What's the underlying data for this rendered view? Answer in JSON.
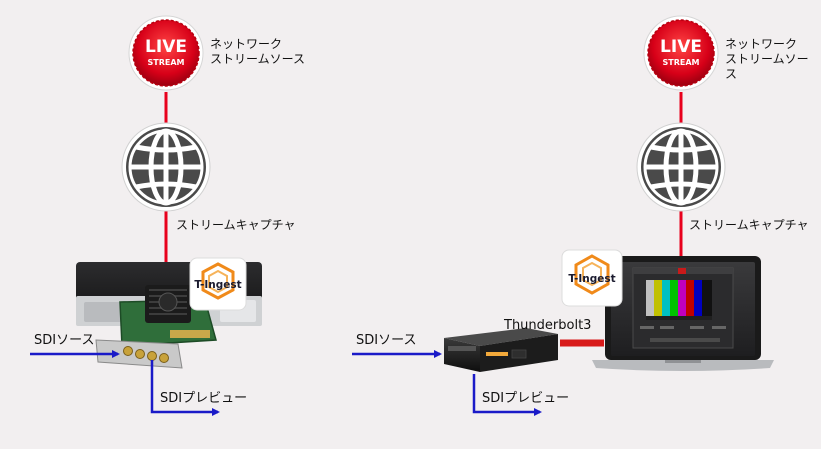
{
  "colors": {
    "background": "#f2eff0",
    "link_red": "#e8001c",
    "sdi_blue": "#1a1ac8",
    "globe": "#4a4a4a",
    "thunderbolt_red": "#d81a1a",
    "ingest_orange": "#f08a1a"
  },
  "icons": {
    "live_badge": "live-stream-badge-icon",
    "globe": "globe-icon",
    "t_ingest": "t-ingest-logo-icon"
  },
  "left": {
    "live_badge": {
      "line1": "LIVE",
      "line2": "STREAM"
    },
    "network_source": {
      "line1": "ネットワーク",
      "line2": "ストリームソース"
    },
    "stream_capture": "ストリームキャプチャ",
    "t_ingest": "T-Ingest",
    "sdi_source": "SDIソース",
    "sdi_preview": "SDIプレビュー"
  },
  "right": {
    "live_badge": {
      "line1": "LIVE",
      "line2": "STREAM"
    },
    "network_source": {
      "line1": "ネットワーク",
      "line2": "ストリームソース"
    },
    "stream_capture": "ストリームキャプチャ",
    "t_ingest": "T-Ingest",
    "thunderbolt": "Thunderbolt3",
    "sdi_source": "SDIソース",
    "sdi_preview": "SDIプレビュー"
  }
}
